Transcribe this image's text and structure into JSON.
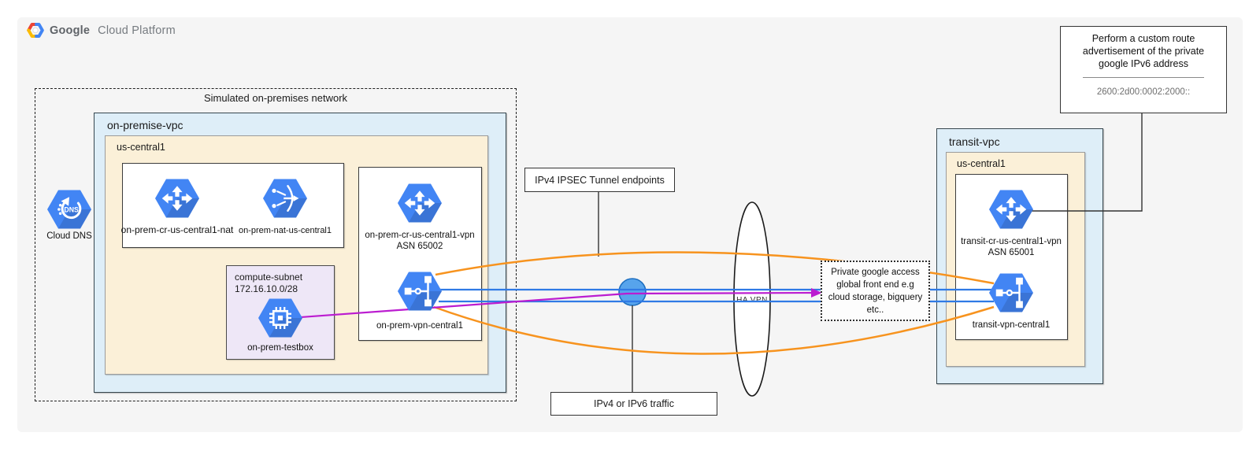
{
  "logo": {
    "google": "Google",
    "rest": "Cloud Platform"
  },
  "onprem": {
    "title": "Simulated on-premises network",
    "vpc_label": "on-premise-vpc",
    "region_label": "us-central1",
    "dns_label": "Cloud DNS",
    "router_nat_label": "on-prem-cr-us-central1-nat",
    "nat_label": "on-prem-nat-us-central1",
    "subnet_title": "compute-subnet",
    "subnet_cidr": "172.16.10.0/28",
    "testbox_label": "on-prem-testbox",
    "vpn_router_label": "on-prem-cr-us-central1-vpn",
    "vpn_router_asn": "ASN 65002",
    "vpn_gateway_label": "on-prem-vpn-central1"
  },
  "middle": {
    "ipsec_label": "IPv4 IPSEC Tunnel endpoints",
    "traffic_label": "IPv4 or IPv6 traffic",
    "havpn_label": "HA VPN",
    "pga_lines": [
      "Private google access",
      "global front end e.g",
      "cloud storage, bigquery",
      "etc.."
    ]
  },
  "transit": {
    "vpc_label": "transit-vpc",
    "region_label": "us-central1",
    "router_label": "transit-cr-us-central1-vpn",
    "router_asn": "ASN 65001",
    "vpn_gateway_label": "transit-vpn-central1"
  },
  "annotation": {
    "text": "Perform a custom route advertisement of the private google IPv6 address",
    "address": "2600:2d00:0002:2000::"
  },
  "colors": {
    "orange": "#f7931e",
    "blue_line": "#2f7ae5",
    "purple": "#bb1cd0",
    "hex_blue": "#4285f4",
    "vpc_fill": "#deeef8",
    "region_fill": "#fbf0d8",
    "subnet_fill": "#eee7f7",
    "circle_fill": "#57a4ec",
    "circle_stroke": "#1e6fc0"
  }
}
